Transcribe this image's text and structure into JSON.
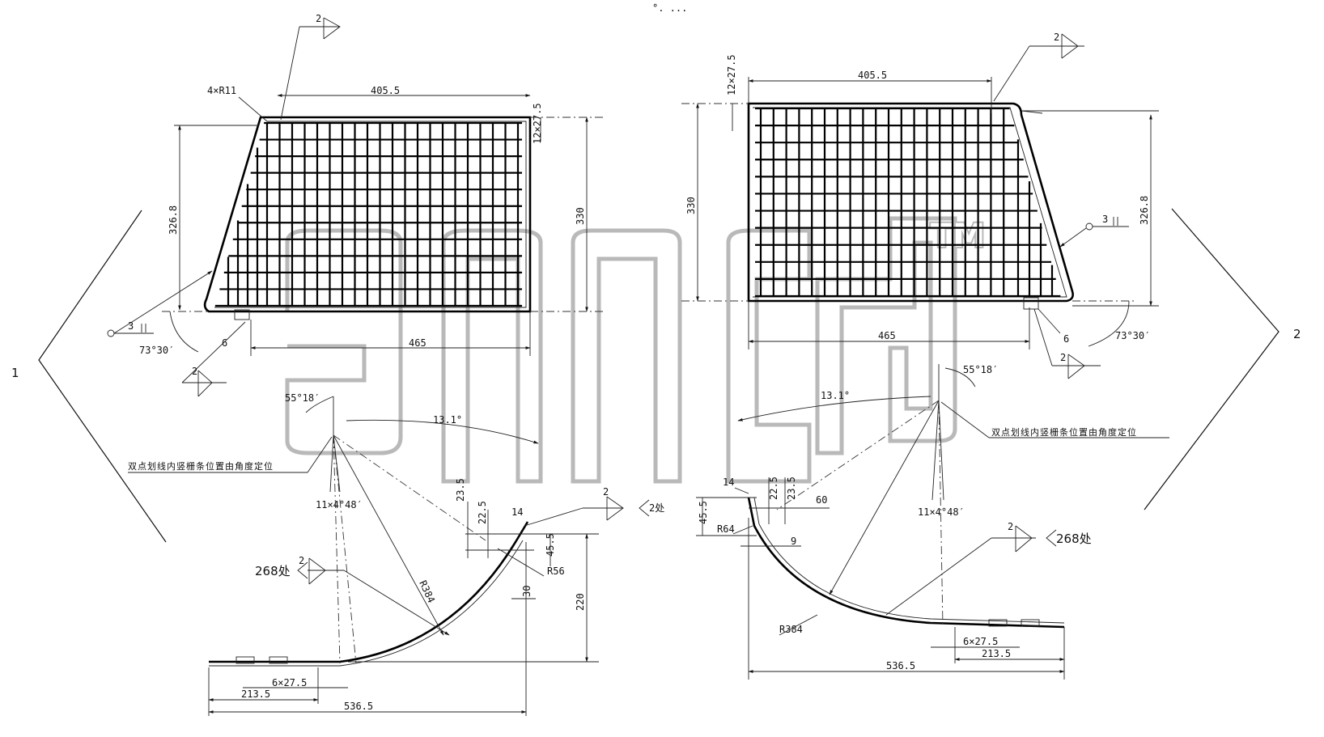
{
  "top_mark": "°. ...",
  "view_left": {
    "view_label": "1",
    "width_top": "405.5",
    "width_bottom": "465",
    "height_slant": "326.8",
    "height_total": "330",
    "corner_radius": "4×R11",
    "hole_spacing": "12×27.5",
    "angle": "73°30′",
    "gap": "6",
    "weld_size": "2",
    "weld_size_2": "3",
    "radius_big": "R384",
    "radius_small": "R56",
    "arc_angle": "13.1°",
    "top_angle": "55°18′",
    "bar_angle": "11×4°48′",
    "weld_count": "268处",
    "weld_at": "2处",
    "dim_23_5": "23.5",
    "dim_22_5": "22.5",
    "dim_14": "14",
    "dim_45_5": "45.5",
    "dim_30": "30",
    "dim_220": "220",
    "dim_6x27_5": "6×27.5",
    "dim_213_5": "213.5",
    "dim_536_5": "536.5",
    "note": "双点划线内竖栅条位置由角度定位"
  },
  "view_right": {
    "view_label": "2",
    "width_top": "405.5",
    "width_bottom": "465",
    "height_slant": "326.8",
    "height_total": "330",
    "hole_spacing": "12×27.5",
    "angle": "73°30′",
    "gap": "6",
    "weld_size": "2",
    "weld_size_2": "3",
    "radius_big": "R384",
    "radius_small": "R64",
    "arc_angle": "13.1°",
    "top_angle": "55°18′",
    "bar_angle": "11×4°48′",
    "weld_count": "268处",
    "dim_14": "14",
    "dim_22_5": "22.5",
    "dim_23_5": "23.5",
    "dim_45_5": "45.5",
    "dim_60": "60",
    "dim_9": "9",
    "dim_6x27_5": "6×27.5",
    "dim_213_5": "213.5",
    "dim_536_5": "536.5",
    "note": "双点划线内竖栅条位置由角度定位"
  },
  "watermark": {
    "tm": "TM"
  }
}
